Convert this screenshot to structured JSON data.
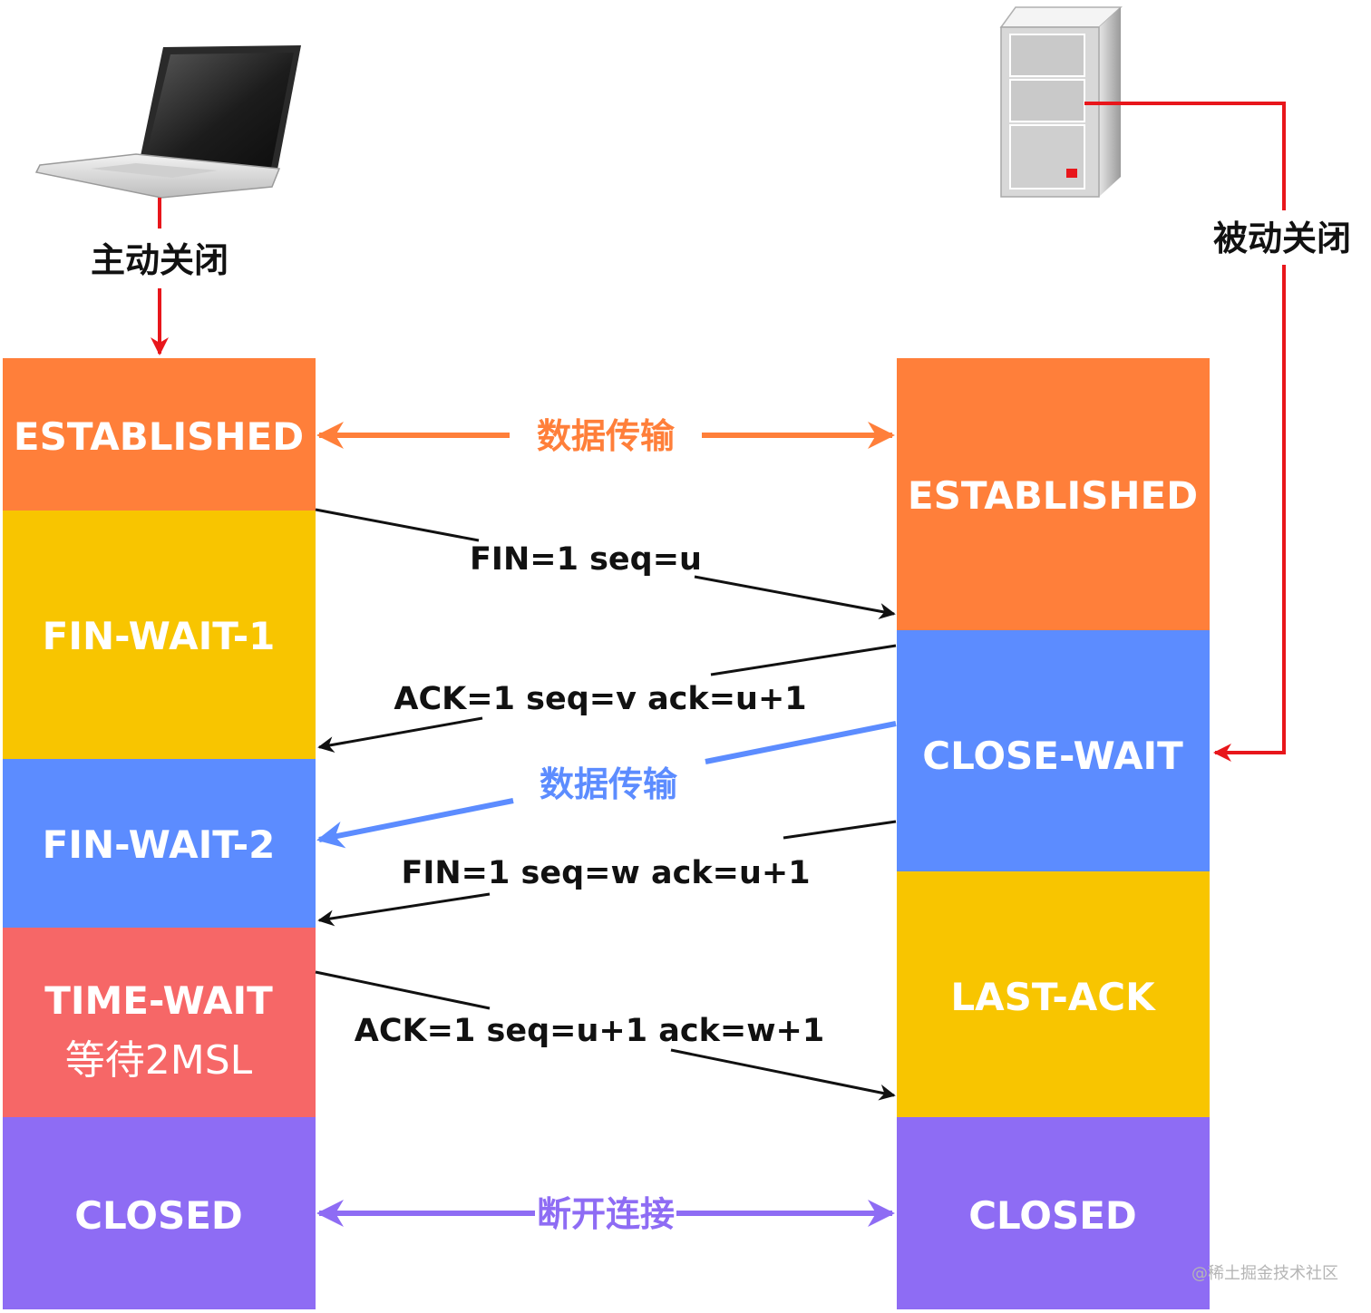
{
  "colors": {
    "established": "#FF7F3A",
    "fin_wait": "#F8C500",
    "wait_blue": "#5C8CFF",
    "time_wait": "#F66767",
    "closed": "#8E6CF4",
    "data_arrow_orange": "#FF7F3A",
    "data_arrow_blue": "#5C8CFF",
    "disconnect_arrow": "#8E6CF4",
    "role_line": "#E8161B",
    "message_line": "#111111"
  },
  "roles": {
    "client": "主动关闭",
    "server": "被动关闭",
    "client_icon": "laptop-icon",
    "server_icon": "server-tower-icon"
  },
  "client_states": {
    "established": "ESTABLISHED",
    "fin_wait_1": "FIN-WAIT-1",
    "fin_wait_2": "FIN-WAIT-2",
    "time_wait": "TIME-WAIT",
    "time_wait_sub": "等待2MSL",
    "closed": "CLOSED"
  },
  "server_states": {
    "established": "ESTABLISHED",
    "close_wait": "CLOSE-WAIT",
    "last_ack": "LAST-ACK",
    "closed": "CLOSED"
  },
  "messages": {
    "data_transfer_1": "数据传输",
    "fin_1": "FIN=1 seq=u",
    "ack_1": "ACK=1 seq=v ack=u+1",
    "data_transfer_2": "数据传输",
    "fin_2": "FIN=1 seq=w ack=u+1",
    "ack_2": "ACK=1 seq=u+1 ack=w+1",
    "disconnect": "断开连接"
  },
  "watermark": "@稀土掘金技术社区"
}
